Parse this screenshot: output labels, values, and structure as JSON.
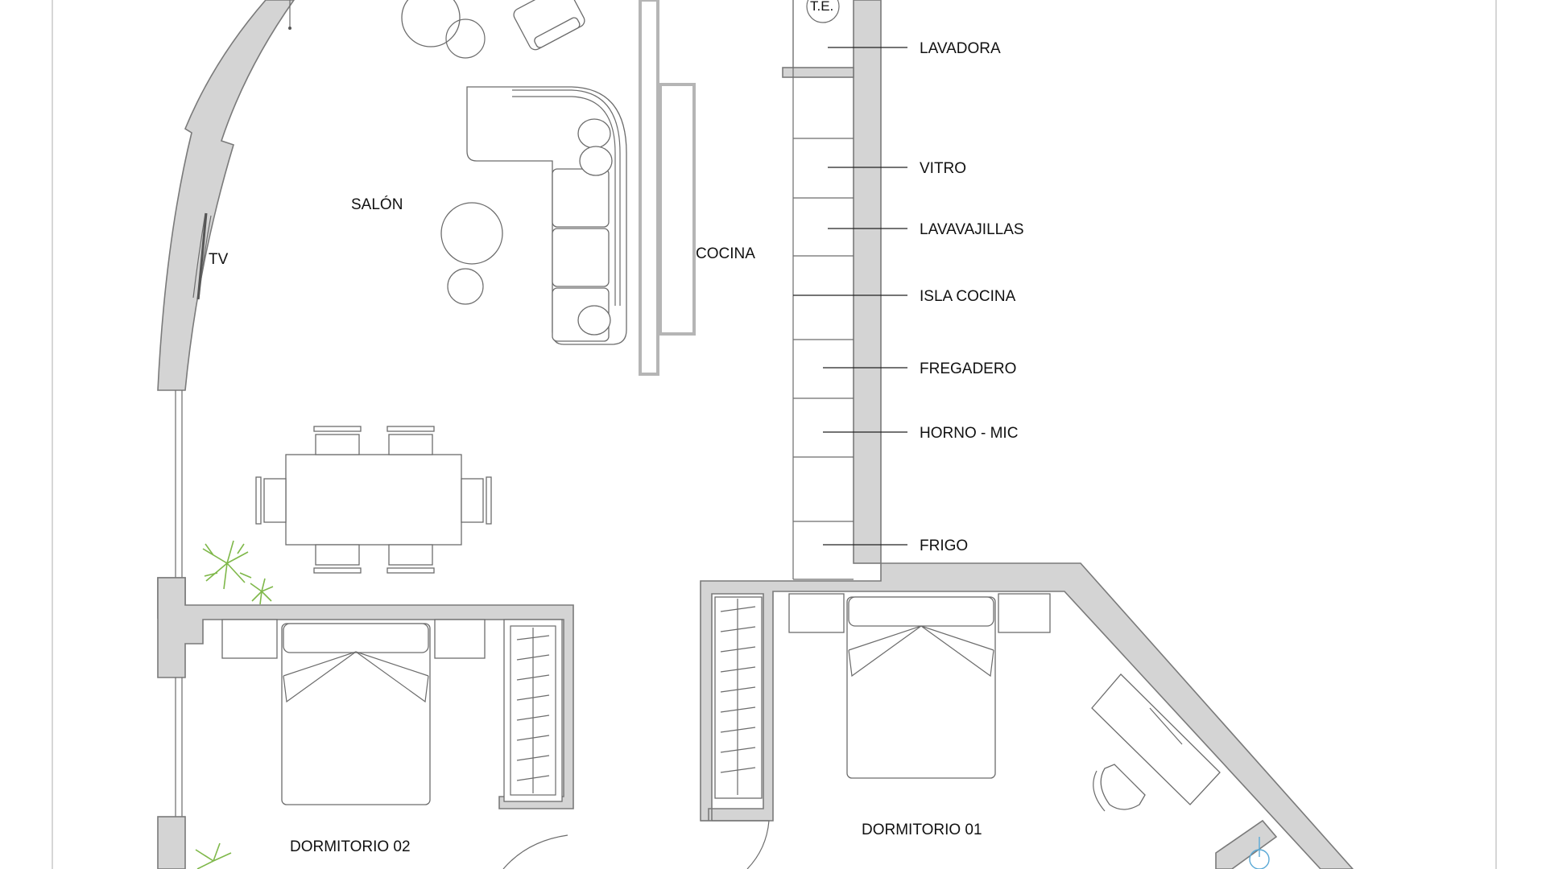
{
  "rooms": {
    "salon": "SALÓN",
    "cocina": "COCINA",
    "dormitorio_02": "DORMITORIO 02",
    "dormitorio_01": "DORMITORIO 01",
    "tv": "TV",
    "te": "T.E."
  },
  "kitchen_labels": [
    "LAVADORA",
    "VITRO",
    "LAVAVAJILLAS",
    "ISLA COCINA",
    "FREGADERO",
    "HORNO - MIC",
    "FRIGO"
  ],
  "colors": {
    "wall_fill": "#d4d4d4",
    "line": "#6c6c6c",
    "plant": "#7fb84a",
    "fixture_blue": "#5aa9d6"
  }
}
